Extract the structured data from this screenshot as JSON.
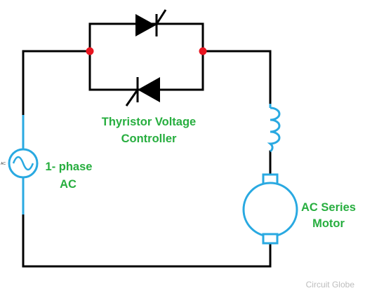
{
  "labels": {
    "controller_line1": "Thyristor Voltage",
    "controller_line2": "Controller",
    "source_line1": "1- phase",
    "source_line2": "AC",
    "source_tag": "AC",
    "motor_line1": "AC Series",
    "motor_line2": "Motor"
  },
  "watermark": "Circuit Globe",
  "colors": {
    "wire": "#000000",
    "component": "#29a9e1",
    "label": "#27ae3f",
    "node": "#e8141f",
    "watermark": "#bdbdbd"
  },
  "components": [
    {
      "name": "ac-voltage-source",
      "icon": "sine-source-symbol"
    },
    {
      "name": "thyristor-forward",
      "icon": "thyristor-symbol"
    },
    {
      "name": "thyristor-reverse",
      "icon": "thyristor-symbol"
    },
    {
      "name": "series-field-winding",
      "icon": "inductor-coil-symbol"
    },
    {
      "name": "motor-armature",
      "icon": "motor-circle-symbol"
    }
  ]
}
